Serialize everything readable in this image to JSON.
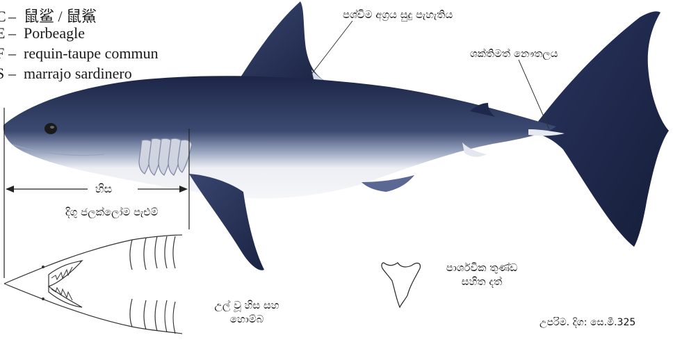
{
  "species_names": [
    {
      "code": "C",
      "name": "鼠鲨 / 鼠鯊"
    },
    {
      "code": "E",
      "name": "Porbeagle"
    },
    {
      "code": "F",
      "name": "requin-taupe commun"
    },
    {
      "code": "S",
      "name": "marrajo sardinero"
    }
  ],
  "labels": {
    "dorsal_fin_tip": "පශ්චිම අග්‍රය සුදු පැහැතිය",
    "caudal_keel": "ශක්තිමත් නෞතලය",
    "head": "හිස",
    "gill_slits": "දිගු ජලක්ලෝම පැළුම්",
    "head_underside_line1": "උල් වූ හිස සහ",
    "head_underside_line2": "හොම්බ",
    "teeth_line1": "පාර්ශවික තුණ්ඩ",
    "teeth_line2": "සහිත දත්",
    "max_length": "උපරිම. දිග: සෙ.මී.325"
  },
  "colors": {
    "body_dark": "#1f2a4d",
    "body_mid": "#5a6a90",
    "belly": "#eef0f4",
    "line": "#333333"
  }
}
